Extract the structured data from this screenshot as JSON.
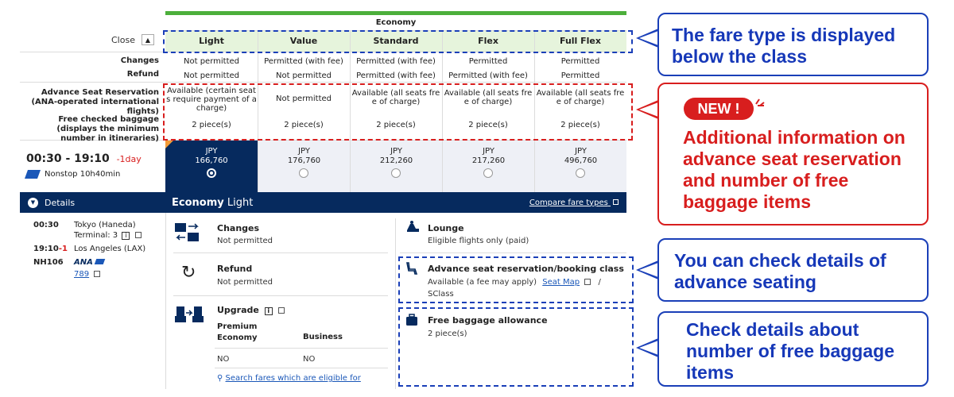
{
  "cabin": {
    "title": "Economy"
  },
  "close_label": "Close",
  "fares": [
    {
      "name": "Light",
      "changes": "Not permitted",
      "refund": "Not permitted",
      "seat": "Available (certain seats require payment of a charge)",
      "baggage": "2 piece(s)",
      "currency": "JPY",
      "price": "166,760"
    },
    {
      "name": "Value",
      "changes": "Permitted (with fee)",
      "refund": "Not permitted",
      "seat": "Not permitted",
      "baggage": "2 piece(s)",
      "currency": "JPY",
      "price": "176,760"
    },
    {
      "name": "Standard",
      "changes": "Permitted (with fee)",
      "refund": "Permitted (with fee)",
      "seat": "Available (all seats free of charge)",
      "baggage": "2 piece(s)",
      "currency": "JPY",
      "price": "212,260"
    },
    {
      "name": "Flex",
      "changes": "Permitted",
      "refund": "Permitted (with fee)",
      "seat": "Available (all seats free of charge)",
      "baggage": "2 piece(s)",
      "currency": "JPY",
      "price": "217,260"
    },
    {
      "name": "Full Flex",
      "changes": "Permitted",
      "refund": "Permitted",
      "seat": "Available (all seats free of charge)",
      "baggage": "2 piece(s)",
      "currency": "JPY",
      "price": "496,760"
    }
  ],
  "row_labels": {
    "changes": "Changes",
    "refund": "Refund",
    "seat": "Advance Seat Reservation (ANA-operated international flights)",
    "baggage": "Free checked baggage (displays the minimum number in itineraries)"
  },
  "flight": {
    "time": "00:30 - 19:10",
    "day_offset": "-1day",
    "duration": "Nonstop 10h40min",
    "details_label": "Details",
    "dep_time": "00:30",
    "dep_place": "Tokyo (Haneda)",
    "terminal": "Terminal: 3",
    "arr_time": "19:10",
    "arr_offset": "-1",
    "arr_place": "Los Angeles (LAX)",
    "flight_no": "NH106",
    "airline": "ANA",
    "aircraft": "789"
  },
  "selected": {
    "title_bold": "Economy",
    "title_rest": " Light",
    "compare_link": "Compare fare types",
    "changes_label": "Changes",
    "changes_val": "Not permitted",
    "refund_label": "Refund",
    "refund_val": "Not permitted",
    "upgrade_label": "Upgrade",
    "upgrade_col1": "Premium Economy",
    "upgrade_col2": "Business",
    "upgrade_val1": "NO",
    "upgrade_val2": "NO",
    "search_link": "Search fares which are eligible for",
    "lounge_label": "Lounge",
    "lounge_val": "Eligible flights only (paid)",
    "seat_label": "Advance seat reservation/booking class",
    "seat_val": "Available (a fee may apply)",
    "seat_map": "Seat Map",
    "booking_class": "SClass",
    "bag_label": "Free baggage allowance",
    "bag_val": "2 piece(s)"
  },
  "callouts": {
    "c1": "The fare type is displayed below the class",
    "new_badge": "NEW !",
    "c2": "Additional information on advance seat reservation and number of free baggage items",
    "c3": "You can check details of advance seating",
    "c4": "Check details about number of free baggage items"
  },
  "colors": {
    "navy": "#062a5e",
    "green_bar": "#4caf3b",
    "light_green": "#e6f4dc",
    "callout_blue": "#1a3fb8",
    "callout_red": "#d81e1e"
  }
}
